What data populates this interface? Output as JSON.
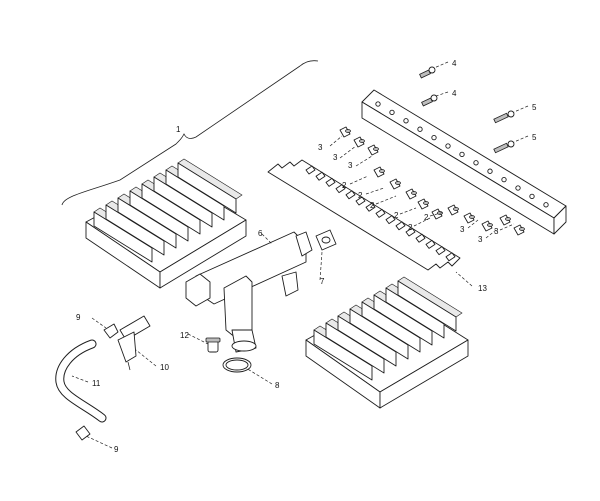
{
  "callouts": {
    "c1": "1",
    "c2a": "2",
    "c2b": "2",
    "c2c": "2",
    "c2d": "2",
    "c2e": "2",
    "c2f": "2",
    "c3a": "3",
    "c3b": "3",
    "c3c": "3",
    "c3d": "3",
    "c3e": "3",
    "c3f": "3",
    "c4a": "4",
    "c4b": "4",
    "c5a": "5",
    "c5b": "5",
    "c6": "6",
    "c7": "7",
    "c8": "8",
    "c9a": "9",
    "c9b": "9",
    "c10": "10",
    "c11": "11",
    "c12": "12",
    "c13": "13"
  }
}
